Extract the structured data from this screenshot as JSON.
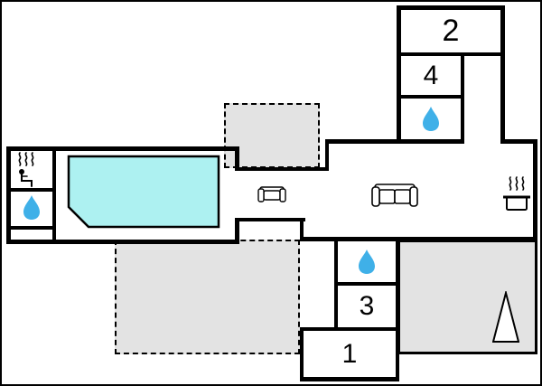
{
  "plan": {
    "rooms": {
      "room2": {
        "label": "2"
      },
      "room4": {
        "label": "4"
      },
      "room3": {
        "label": "3"
      },
      "room1": {
        "label": "1"
      }
    },
    "icons": {
      "sauna": "sauna-icon",
      "bathroom_left_drop": "water-drop-icon",
      "bathroom_top_drop": "water-drop-icon",
      "bathroom_middle_drop": "water-drop-icon",
      "hall_seat": "small-sofa-icon",
      "living_room_sofa": "sofa-icon",
      "kitchen_pot": "cooking-pot-icon",
      "terrace_tree": "tree-icon"
    }
  },
  "colors": {
    "wall": "#000000",
    "background": "#ffffff",
    "terrace_fill": "#e3e3e3",
    "pool_fill": "#adf1f1",
    "drop_fill": "#3fb0e8"
  }
}
